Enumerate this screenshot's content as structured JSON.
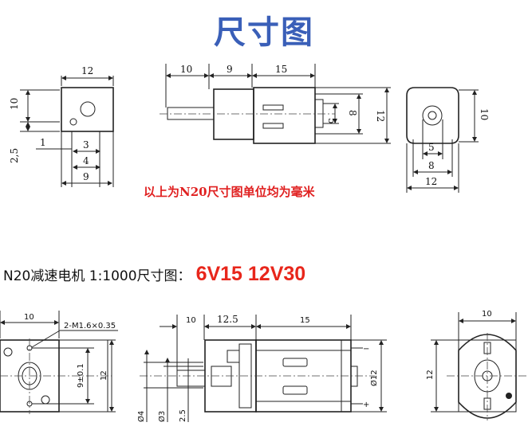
{
  "title": "尺寸图",
  "caption": "以上为N20尺寸图单位均为毫米",
  "section": {
    "label": "N20减速电机 1:1000尺寸图：",
    "spec": "6V15 12V30"
  },
  "colors": {
    "title": "#3a5fb8",
    "caption": "#e02020",
    "spec": "#e8261b"
  },
  "top_drawing": {
    "end_view": {
      "width": "12",
      "height": "10",
      "offset": "2,5",
      "d1": "1",
      "d3": "3",
      "d4": "4",
      "d9": "9"
    },
    "side_view": {
      "shaft": "10",
      "gearbox": "9",
      "motor": "15",
      "d5": "5",
      "d8": "8",
      "d12": "12"
    },
    "motor_end": {
      "height": "10",
      "d5": "5",
      "d8": "8",
      "d12": "12"
    }
  },
  "bottom_drawing": {
    "front_view": {
      "width": "10",
      "thread": "2-M1.6×0.35",
      "hole_pitch": "9±0.1",
      "height": "12"
    },
    "side_view": {
      "shaft": "10",
      "gearbox": "12.5",
      "motor": "15",
      "dia_shaft": "Ø4",
      "dia_flat": "Ø3",
      "flat": "2.5",
      "dia_motor": "Ø12",
      "minus": "−",
      "plus": "+"
    },
    "rear_view": {
      "width": "10",
      "height": "12"
    }
  }
}
